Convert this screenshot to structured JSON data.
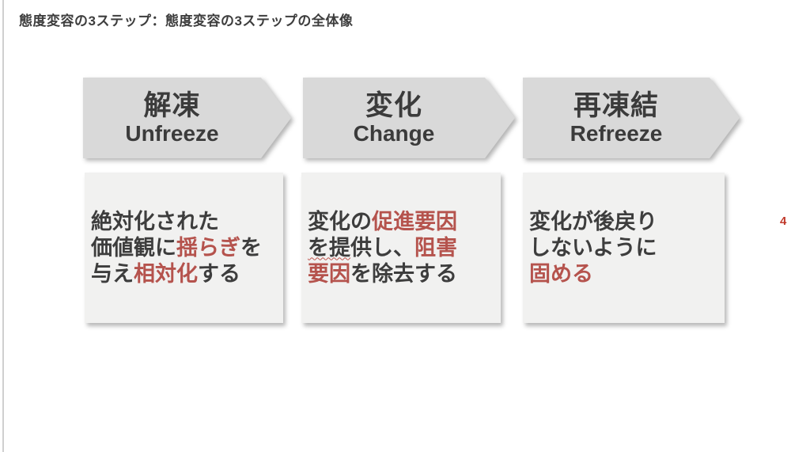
{
  "slide": {
    "title": "態度変容の3ステップ：態度変容の3ステップの全体像",
    "page_number": "4"
  },
  "colors": {
    "accent_red": "#b5534d",
    "page_number_red": "#c0392b",
    "text_dark": "#3d3d3d",
    "arrow_fill": "#d9d9d9",
    "box_fill": "#f1f1f0"
  },
  "steps": [
    {
      "id": "unfreeze",
      "title_ja": "解凍",
      "title_en": "Unfreeze",
      "description_lines": [
        [
          {
            "t": "絶対化された"
          }
        ],
        [
          {
            "t": "価値観に"
          },
          {
            "t": "揺らぎ",
            "red": true
          },
          {
            "t": "を"
          }
        ],
        [
          {
            "t": "与え"
          },
          {
            "t": "相対化",
            "red": true
          },
          {
            "t": "する"
          }
        ]
      ]
    },
    {
      "id": "change",
      "title_ja": "変化",
      "title_en": "Change",
      "description_lines": [
        [
          {
            "t": "変化の"
          },
          {
            "t": "促進要因",
            "red": true
          }
        ],
        [
          {
            "t": "を提",
            "wavy": true
          },
          {
            "t": "供し、"
          },
          {
            "t": "阻害",
            "red": true
          }
        ],
        [
          {
            "t": "要因",
            "red": true
          },
          {
            "t": "を除去する"
          }
        ]
      ]
    },
    {
      "id": "refreeze",
      "title_ja": "再凍結",
      "title_en": "Refreeze",
      "description_lines": [
        [
          {
            "t": "変化が後戻り"
          }
        ],
        [
          {
            "t": "しないように"
          }
        ],
        [
          {
            "t": "固める",
            "red": true
          }
        ]
      ]
    }
  ]
}
